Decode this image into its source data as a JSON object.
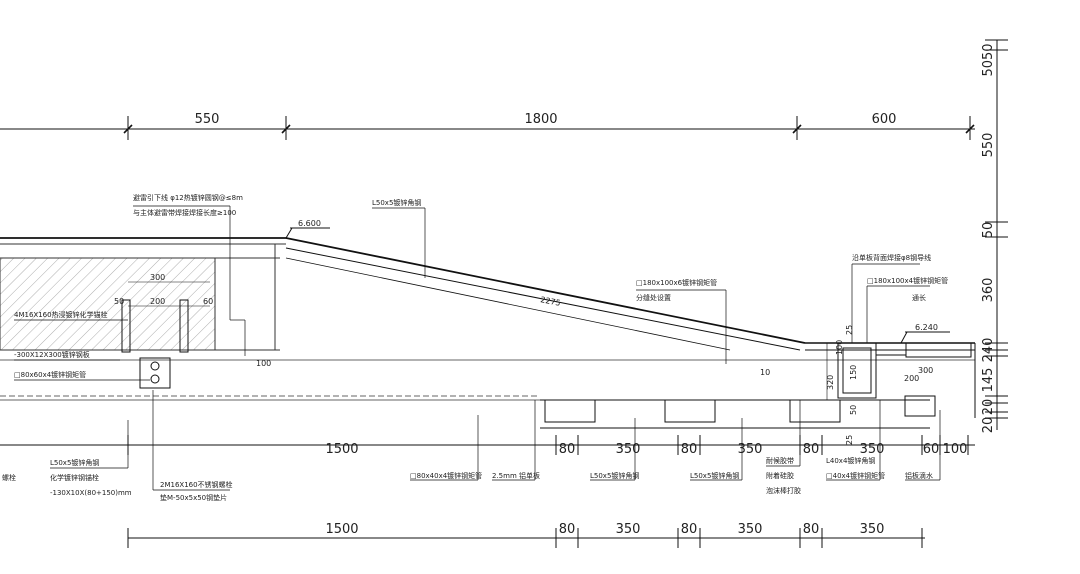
{
  "top_dims": {
    "d1": "550",
    "d2": "1800",
    "d3": "600"
  },
  "right_dims": {
    "r1": "5050",
    "r2": "550",
    "r3": "50",
    "r4": "360",
    "r5": "240",
    "r6": "145",
    "r7": "20",
    "r8": "20"
  },
  "elevations": {
    "e1": "6.600",
    "e2": "6.240"
  },
  "notes": {
    "top_left_1": "避雷引下线 φ12热镀锌圆钢@≤8m",
    "top_left_2": "与主体避雷带焊接焊接长度≥100",
    "angle_top": "L50x5镀锌角钢",
    "tube_mid": "□180x100x6镀锌钢矩管",
    "tube_mid_sub": "分缝处设置",
    "right_top_1": "沿单板背面焊接φ8钢导线",
    "right_top_2": "□180x100x4镀锌钢矩管",
    "right_top_3": "通长",
    "anchor_bolt": "4M16X160热浸镀锌化学锚栓",
    "plate": "-300X12X300镀锌钢板",
    "tube_left": "□80x60x4镀锌钢矩管",
    "angle_bottom_1": "L50x5镀锌角钢",
    "bolt_left_1": "化学镀锌钢锚栓",
    "bolt_left_2": "-130X10X(80+150)mm",
    "bolt_mid_1": "2M16X160不锈钢螺栓",
    "bolt_mid_2": "垫M-50x5x50钢垫片",
    "tube_bottom": "□80x40x4镀锌钢矩管",
    "panel": "2.5mm 铝单板",
    "angle_bottom_2": "L50x5镀锌角钢",
    "angle_bottom_3": "L50x5镀锌角钢",
    "foam_1": "耐候胶带",
    "foam_2": "附着硅胶",
    "foam_3": "泡沫棒打胶",
    "angle_bottom_4": "L40x4镀锌角钢",
    "tube_bottom_2": "□40x4镀锌钢矩管",
    "drip": "铝板滴水",
    "left_cut": "螺栓"
  },
  "inner_dims": {
    "i300": "300",
    "i200": "200",
    "i50": "50",
    "i60": "60",
    "i2275": "2275",
    "i25": "25",
    "i320": "320",
    "i100a": "100",
    "i150": "150",
    "i300b": "300",
    "i200b": "200",
    "i50b": "50",
    "i25b": "25",
    "i100": "100",
    "i10": "10"
  },
  "bottom_dims_1": {
    "b1": "1500",
    "b2": "80",
    "b3": "350",
    "b4": "80",
    "b5": "350",
    "b6": "80",
    "b7": "350",
    "b8": "60",
    "b9": "100"
  },
  "bottom_dims_2": {
    "c1": "1500",
    "c2": "80",
    "c3": "350",
    "c4": "80",
    "c5": "350",
    "c6": "80",
    "c7": "350"
  }
}
